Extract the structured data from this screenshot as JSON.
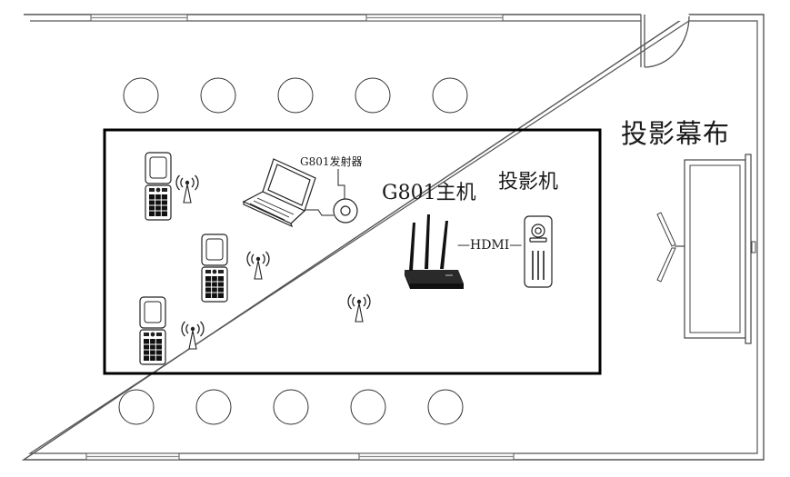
{
  "labels": {
    "screen": "投影幕布",
    "host": "G801主机",
    "projector": "投影机",
    "transmitter": "G801发射器",
    "hdmi": "—HDMI—"
  },
  "icons": {
    "phone": "flip-phone-icon",
    "signal": "wireless-signal-icon",
    "laptop": "laptop-icon",
    "router": "router-icon",
    "projector": "projector-icon",
    "screen": "projection-screen-icon",
    "chair": "chair-icon",
    "door": "door-icon"
  },
  "colors": {
    "line": "#444444",
    "table": "#000000",
    "router_body": "#2a2a2a"
  }
}
